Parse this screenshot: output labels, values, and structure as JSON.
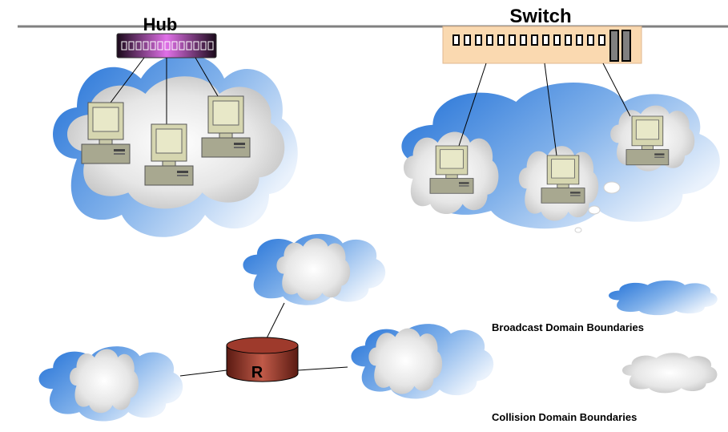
{
  "labels": {
    "hub": "Hub",
    "switch": "Switch",
    "router": "R"
  },
  "legend": {
    "broadcast": "Broadcast Domain Boundaries",
    "collision": "Collision Domain Boundaries"
  },
  "colors": {
    "broadcast_cloud": "#3c7fd8",
    "collision_cloud": "#bdbdbd",
    "hub_body": "#1a0a1a",
    "hub_glow": "#e070e8",
    "switch_body": "#fad9b0",
    "router_body": "#b04a3a",
    "computer_body": "#d8d8b8"
  },
  "icons": [
    "hub-icon",
    "switch-icon",
    "router-icon",
    "computer-icon",
    "cloud-icon"
  ]
}
